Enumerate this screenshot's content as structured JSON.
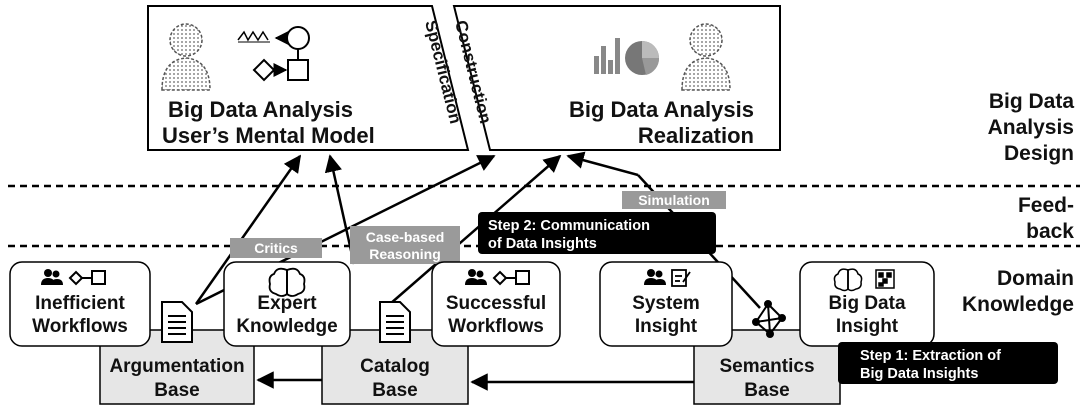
{
  "layers": {
    "design": [
      "Big Data",
      "Analysis",
      "Design"
    ],
    "feedback": [
      "Feed-",
      "back"
    ],
    "domain": [
      "Domain",
      "Knowledge"
    ]
  },
  "top": {
    "mental_model": [
      "Big Data Analysis",
      "User’s Mental Model"
    ],
    "realization": [
      "Big Data Analysis",
      "Realization"
    ],
    "specification": "Specification",
    "construction": "Construction"
  },
  "labels": {
    "critics": "Critics",
    "case_based": [
      "Case-based",
      "Reasoning"
    ],
    "simulation": "Simulation"
  },
  "steps": {
    "step2": [
      "Step 2: Communication",
      "of Data Insights"
    ],
    "step1": [
      "Step 1: Extraction of",
      "Big Data Insights"
    ]
  },
  "knowledge": {
    "inefficient": [
      "Inefficient",
      "Workflows"
    ],
    "expert": [
      "Expert",
      "Knowledge"
    ],
    "successful": [
      "Successful",
      "Workflows"
    ],
    "system": [
      "System",
      "Insight"
    ],
    "bigdata": [
      "Big Data",
      "Insight"
    ]
  },
  "bases": {
    "argumentation": [
      "Argumentation",
      "Base"
    ],
    "catalog": [
      "Catalog",
      "Base"
    ],
    "semantics": [
      "Semantics",
      "Base"
    ]
  },
  "colors": {
    "base_fill": "#e6e6e6",
    "label_fill": "#9a9a9a",
    "step_fill": "#000000",
    "line": "#000000"
  }
}
